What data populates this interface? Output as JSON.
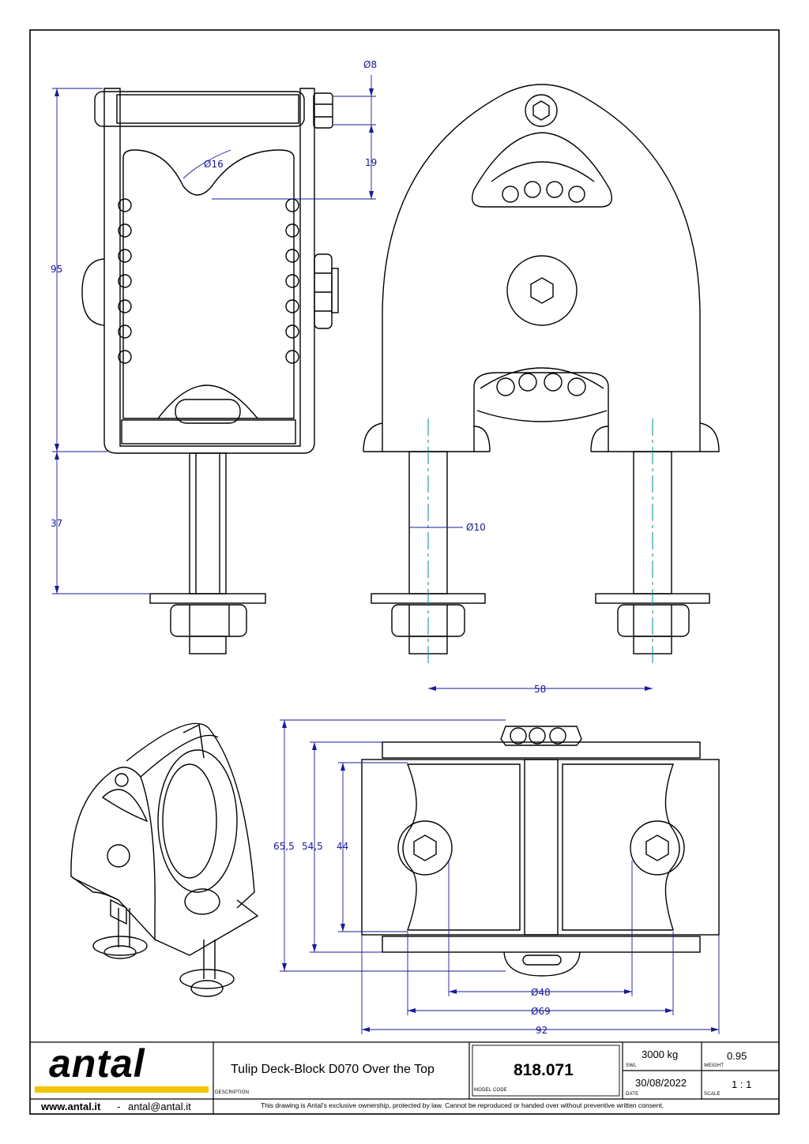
{
  "dimensions": {
    "bolt_hole": "Ø8",
    "sheave_groove": "Ø16",
    "top_offset": "19",
    "body_height": "95",
    "stud_length": "37",
    "stud_diameter": "Ø10",
    "stud_spacing": "58",
    "overall_height": "65,5",
    "inner_height": "54,5",
    "sheave_width": "44",
    "groove_diameter": "Ø48",
    "sheave_diameter": "Ø69",
    "overall_width": "92"
  },
  "title_block": {
    "brand": "antal",
    "website": "www.antal.it",
    "separator": "-",
    "email": "antal@antal.it",
    "description": "Tulip Deck-Block D070 Over the Top",
    "description_label": "DESCRIPTION",
    "model_code": "818.071",
    "model_code_label": "MODEL CODE",
    "swl": "3000 kg",
    "swl_label": "SWL",
    "weight": "0.95",
    "weight_label": "WEIGHT",
    "date": "30/08/2022",
    "date_label": "DATE",
    "scale": "1 : 1",
    "scale_label": "SCALE",
    "disclaimer": "This drawing is Antal's exclusive ownership, protected by law. Cannot be reproduced or handed over without preventive written consent."
  },
  "colors": {
    "line": "#000000",
    "dimension": "#1a1a99",
    "centerline": "#008b8b",
    "brand_stripe": "#f2c500"
  }
}
